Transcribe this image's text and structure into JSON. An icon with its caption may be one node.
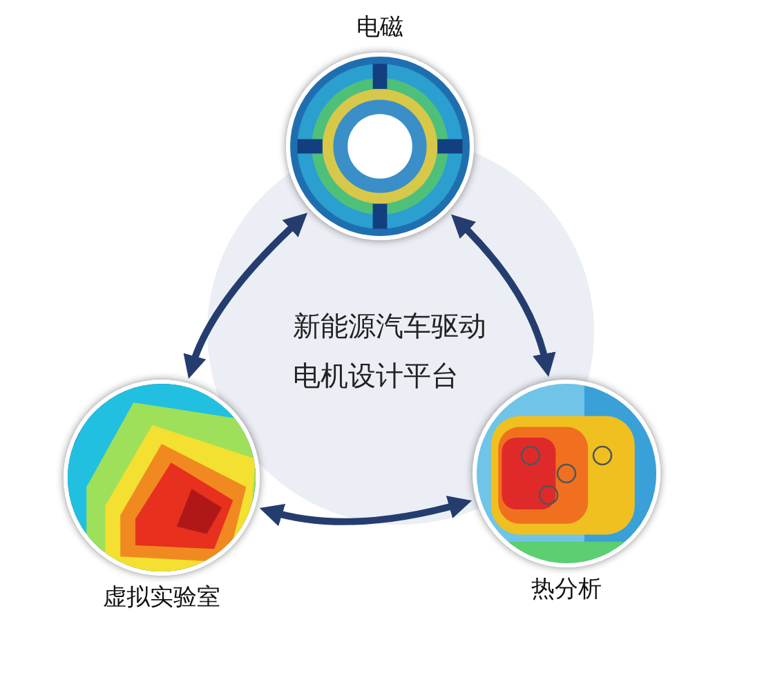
{
  "diagram": {
    "nodes": [
      {
        "text": [
          "新能源汽车驱动电机设计平台"
        ]
      },
      {
        "text": [
          "电磁"
        ]
      },
      {
        "text": [
          "热分析"
        ]
      },
      {
        "text": [
          "虚拟实验室"
        ]
      }
    ],
    "edges": [
      {
        "from": 1,
        "to": 2,
        "arrow": "both"
      },
      {
        "from": 2,
        "to": 3,
        "arrow": "both"
      },
      {
        "from": 3,
        "to": 1,
        "arrow": "both"
      }
    ]
  }
}
